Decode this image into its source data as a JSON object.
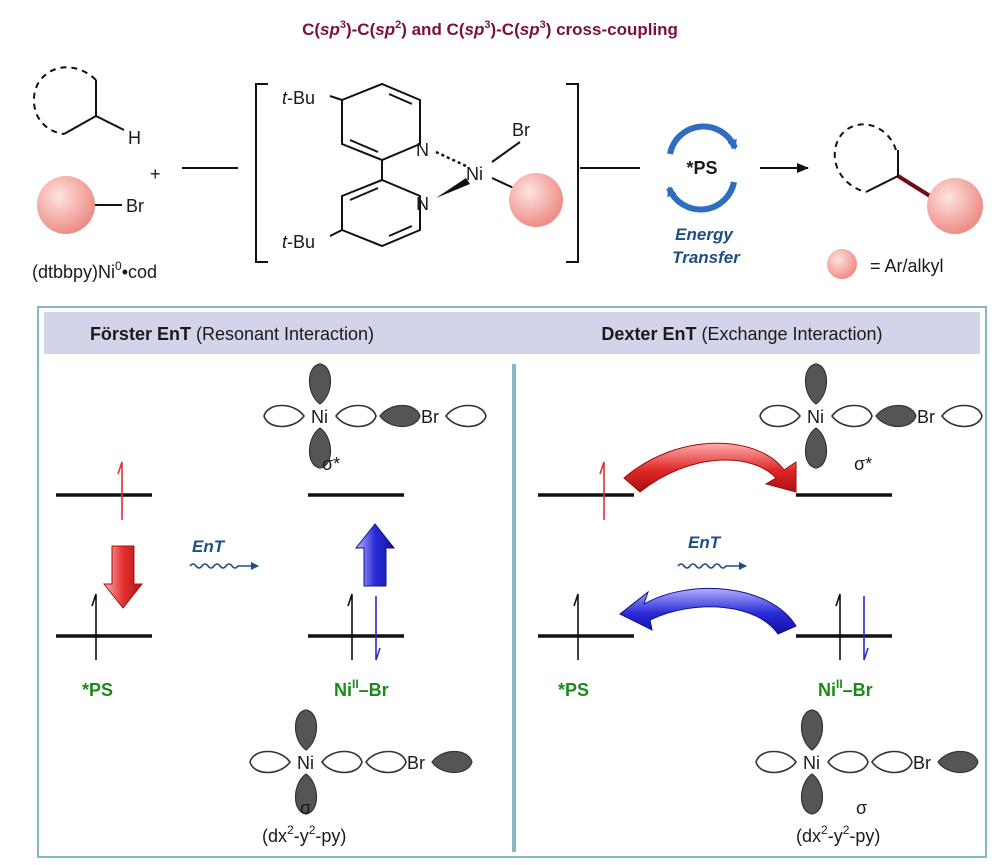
{
  "top": {
    "title_parts": [
      "C(",
      "sp",
      "3",
      ")-C(",
      "sp",
      "2",
      ") and C(",
      "sp",
      "3",
      ")-C(",
      "sp",
      "3",
      ") cross-coupling"
    ],
    "h_label": "H",
    "plus": "+",
    "br_label": "Br",
    "precat_main": "(dtbbpy)Ni",
    "precat_sup": "0",
    "precat_tail": "•cod",
    "complex": {
      "tbu_t": "t",
      "tbu_rest": "-Bu",
      "n1": "N",
      "n2": "N",
      "ni": "Ni",
      "br": "Br"
    },
    "ps_label": "*PS",
    "ent_line1": "Energy",
    "ent_line2": "Transfer",
    "legend_text": "= Ar/alkyl"
  },
  "panel": {
    "forster": {
      "bold": "Förster EnT",
      "rest": " (Resonant Interaction)"
    },
    "dexter": {
      "bold": "Dexter EnT",
      "rest": " (Exchange Interaction)"
    },
    "ent_label": "EnT",
    "ps_label": "*PS",
    "nibr_ni": "Ni",
    "nibr_sup": "II",
    "nibr_rest": "–Br",
    "ni_label": "Ni",
    "br_label": "Br",
    "sigma_star": "σ*",
    "sigma": "σ",
    "orbital_pre": "(dx",
    "orbital_sup1": "2",
    "orbital_mid": "-y",
    "orbital_sup2": "2",
    "orbital_post": "-py)"
  },
  "colors": {
    "title": "#7a1040",
    "accent_red": "#e53030",
    "accent_blue": "#2a2ad8",
    "green": "#1a8a1a",
    "navy": "#1d4e86",
    "header_bg": "#d3d3ea",
    "panel_border": "#86b8c4",
    "ball": "#f4a9a2",
    "bond_dark": "#6b0f1a"
  }
}
